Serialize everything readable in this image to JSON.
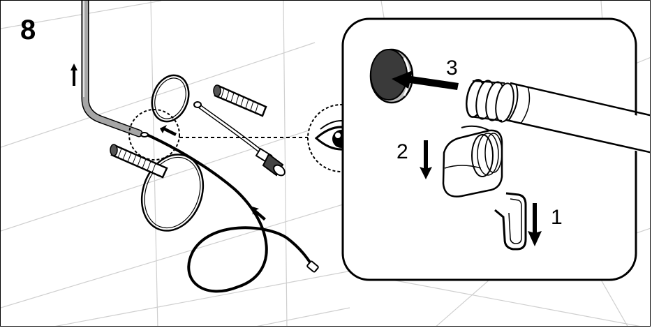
{
  "step": {
    "number": "8"
  },
  "detail": {
    "callout_1": "1",
    "callout_2": "2",
    "callout_3": "3"
  },
  "icons": [
    "eye-icon",
    "arrow-up-icon",
    "arrow-down-icon",
    "arrow-right-icon"
  ],
  "colors": {
    "line": "#000000",
    "tile_grid": "#cfcfcf",
    "tube_grey": "#9a9a9a",
    "cap_dark": "#3a3a3a"
  }
}
